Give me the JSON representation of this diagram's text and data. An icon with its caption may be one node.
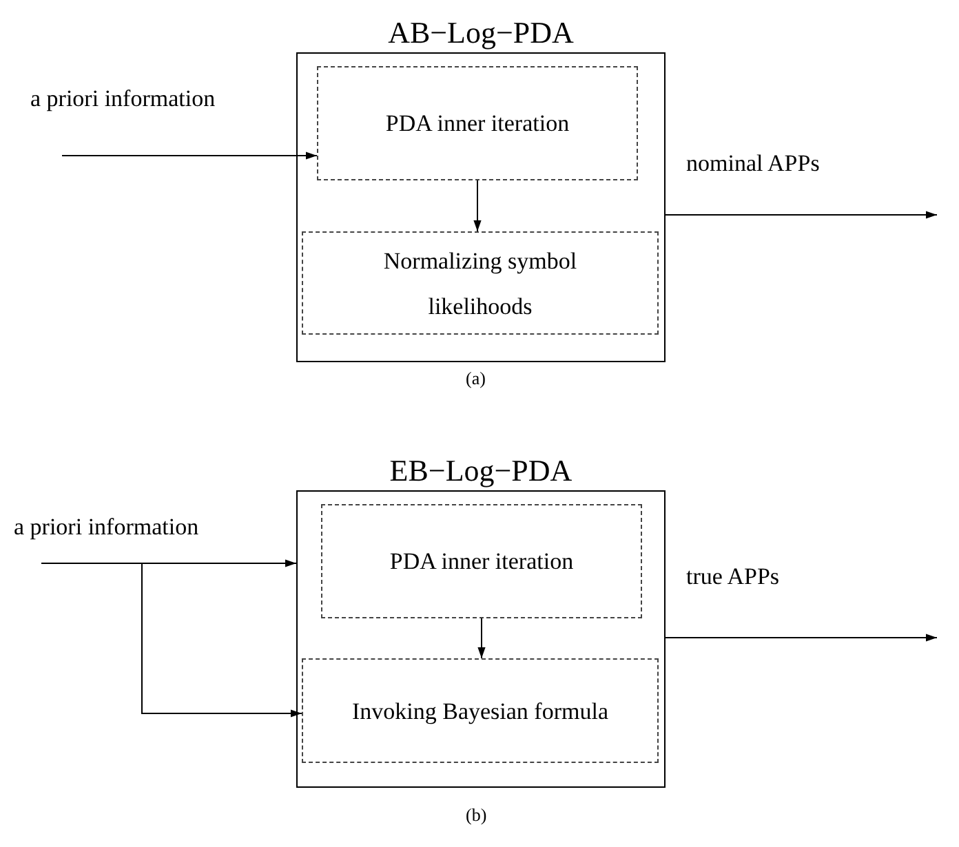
{
  "diagram": {
    "nodes": [
      {
        "text": [
          "AB−Log−PDA"
        ]
      },
      {
        "text": [
          "PDA inner iteration"
        ],
        "in": 0
      },
      {
        "text": [
          "Normalizing symbol likelihoods"
        ],
        "in": 0
      },
      {
        "text": [
          "EB−Log−PDA"
        ]
      },
      {
        "text": [
          "PDA inner iteration"
        ],
        "in": 3
      },
      {
        "text": [
          "Invoking Bayesian formula"
        ],
        "in": 3
      }
    ],
    "edges": [
      {
        "from": null,
        "to": 1,
        "arrow": "to",
        "label": "a priori information"
      },
      {
        "from": 1,
        "to": 2,
        "arrow": "to"
      },
      {
        "from": 0,
        "to": null,
        "arrow": "to",
        "label": "nominal APPs"
      },
      {
        "from": null,
        "to": 3,
        "arrow": "to",
        "label": "a priori information"
      },
      {
        "from": null,
        "to": 5,
        "arrow": "to"
      },
      {
        "from": 4,
        "to": 5,
        "arrow": "to"
      },
      {
        "from": 3,
        "to": null,
        "arrow": "to",
        "label": "true APPs"
      }
    ],
    "labels": [
      "(a)",
      "(b)"
    ]
  }
}
